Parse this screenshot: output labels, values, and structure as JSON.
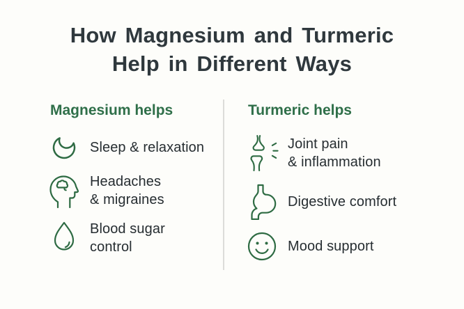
{
  "background_color": "#FDFDFA",
  "colors": {
    "green_accent": "#2E6B43",
    "header_green": "#2F6F49",
    "title_text": "#2F383D",
    "body_text": "#262D31",
    "divider": "#DCDCD9"
  },
  "title": {
    "line1": "How Magnesium and Turmeric",
    "line2": "Help in Different Ways"
  },
  "columns": [
    {
      "header": "Magnesium helps",
      "items": [
        {
          "icon": "moon-icon",
          "line1": "Sleep & relaxation",
          "line2": ""
        },
        {
          "icon": "brain-head-icon",
          "line1": "Headaches",
          "line2": "& migraines"
        },
        {
          "icon": "droplet-icon",
          "line1": "Blood sugar",
          "line2": "control"
        }
      ]
    },
    {
      "header": "Turmeric helps",
      "items": [
        {
          "icon": "joint-icon",
          "line1": "Joint pain",
          "line2": "& inflammation"
        },
        {
          "icon": "stomach-icon",
          "line1": "Digestive comfort",
          "line2": ""
        },
        {
          "icon": "smiley-icon",
          "line1": "Mood support",
          "line2": ""
        }
      ]
    }
  ]
}
